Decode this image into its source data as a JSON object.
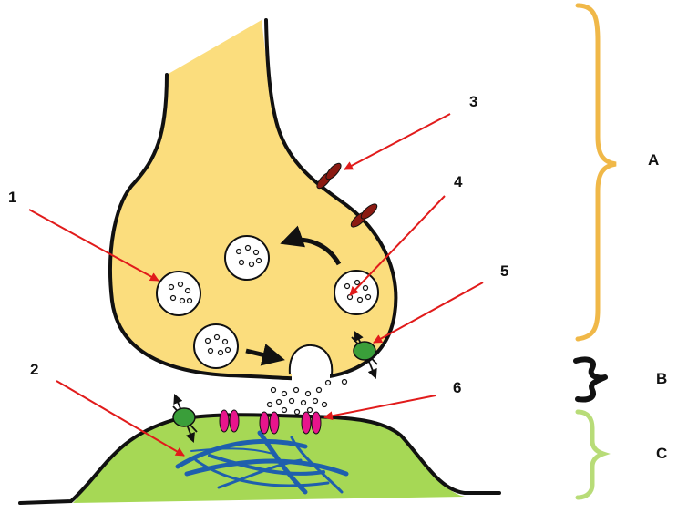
{
  "labels": {
    "n1": "1",
    "n2": "2",
    "n3": "3",
    "n4": "4",
    "n5": "5",
    "n6": "6",
    "A": "A",
    "B": "B",
    "C": "C"
  },
  "colors": {
    "presynaptic": "#fbdd7d",
    "postsynaptic": "#a6d855",
    "outline": "#111111",
    "arrow": "#e11b1b",
    "receptor": "#e8158c",
    "channel_3": "#8b1a12",
    "transporter": "#3a9e3a",
    "filaments": "#1f5fad",
    "brace_A": "#f0b848",
    "brace_B": "#111111",
    "brace_C": "#b8dc78"
  }
}
